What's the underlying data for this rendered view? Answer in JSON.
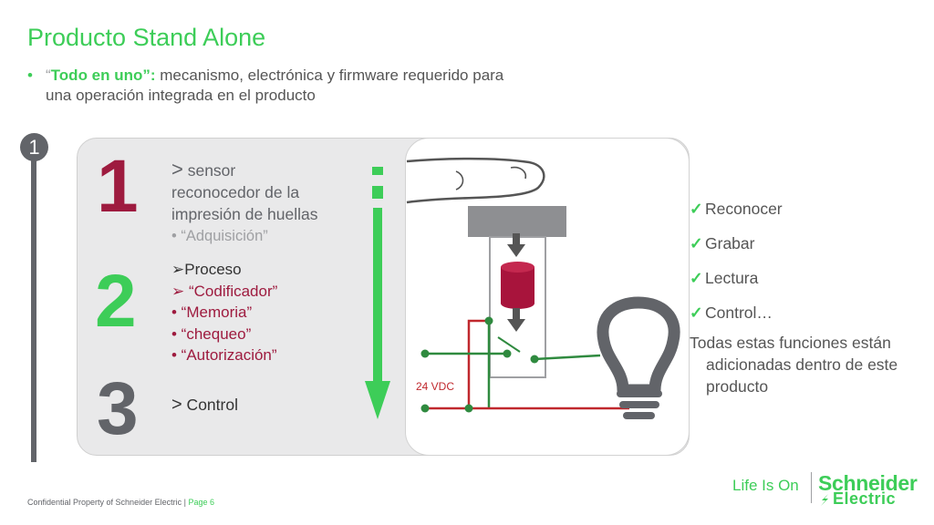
{
  "title": "Producto Stand Alone",
  "subtitle": {
    "bullet": "•",
    "lead_open_quote": "“",
    "lead_bold": "Todo en uno”:",
    "lead_rest": " mecanismo, electrónica y firmware requerido para",
    "line2": "una operación integrada en el producto"
  },
  "step_badge": "1",
  "steps": {
    "num1": "1",
    "num2": "2",
    "num3": "3",
    "s1": {
      "marker": ">",
      "line1": " sensor",
      "line2": "reconocedor de la",
      "line3": "impresión de huellas",
      "sub": "• “Adquisición”"
    },
    "s2": {
      "head": "➢Proceso",
      "items": [
        "➢ “Codificador”",
        "• “Memoria”",
        "• “chequeo”",
        "• “Autorización”"
      ]
    },
    "s3": {
      "marker": ">",
      "label": " Control"
    }
  },
  "diagram": {
    "voltage_label": "24 VDC"
  },
  "checklist": [
    "Reconocer",
    "Grabar",
    "Lectura",
    "Control…"
  ],
  "check_symbol": "✓",
  "summary": "Todas estas funciones están adicionadas dentro de este producto",
  "footer": {
    "text": "Confidential Property of Schneider Electric | ",
    "page": "Page 6"
  },
  "brand": {
    "tagline": "Life Is On",
    "name_line1": "Schneider",
    "name_line2": "Electric"
  },
  "colors": {
    "green": "#3dcd58",
    "crimson": "#9e1b3f",
    "gray": "#626469",
    "red_wire": "#c0282d"
  }
}
